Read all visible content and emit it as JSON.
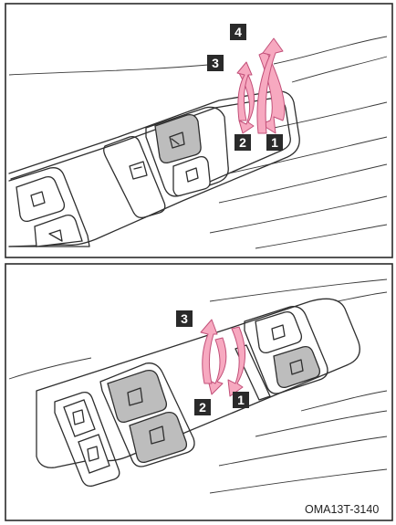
{
  "figure_code": "OMA13T-3140",
  "panels": [
    {
      "id": "top",
      "labels": [
        "1",
        "2",
        "3",
        "4"
      ]
    },
    {
      "id": "bottom",
      "labels": [
        "1",
        "2",
        "3"
      ]
    }
  ],
  "colors": {
    "arrow_fill": "#f7a9c0",
    "arrow_stroke": "#c25079",
    "switch_highlight": "#bdbdbd",
    "badge": "#2a2a2a"
  }
}
